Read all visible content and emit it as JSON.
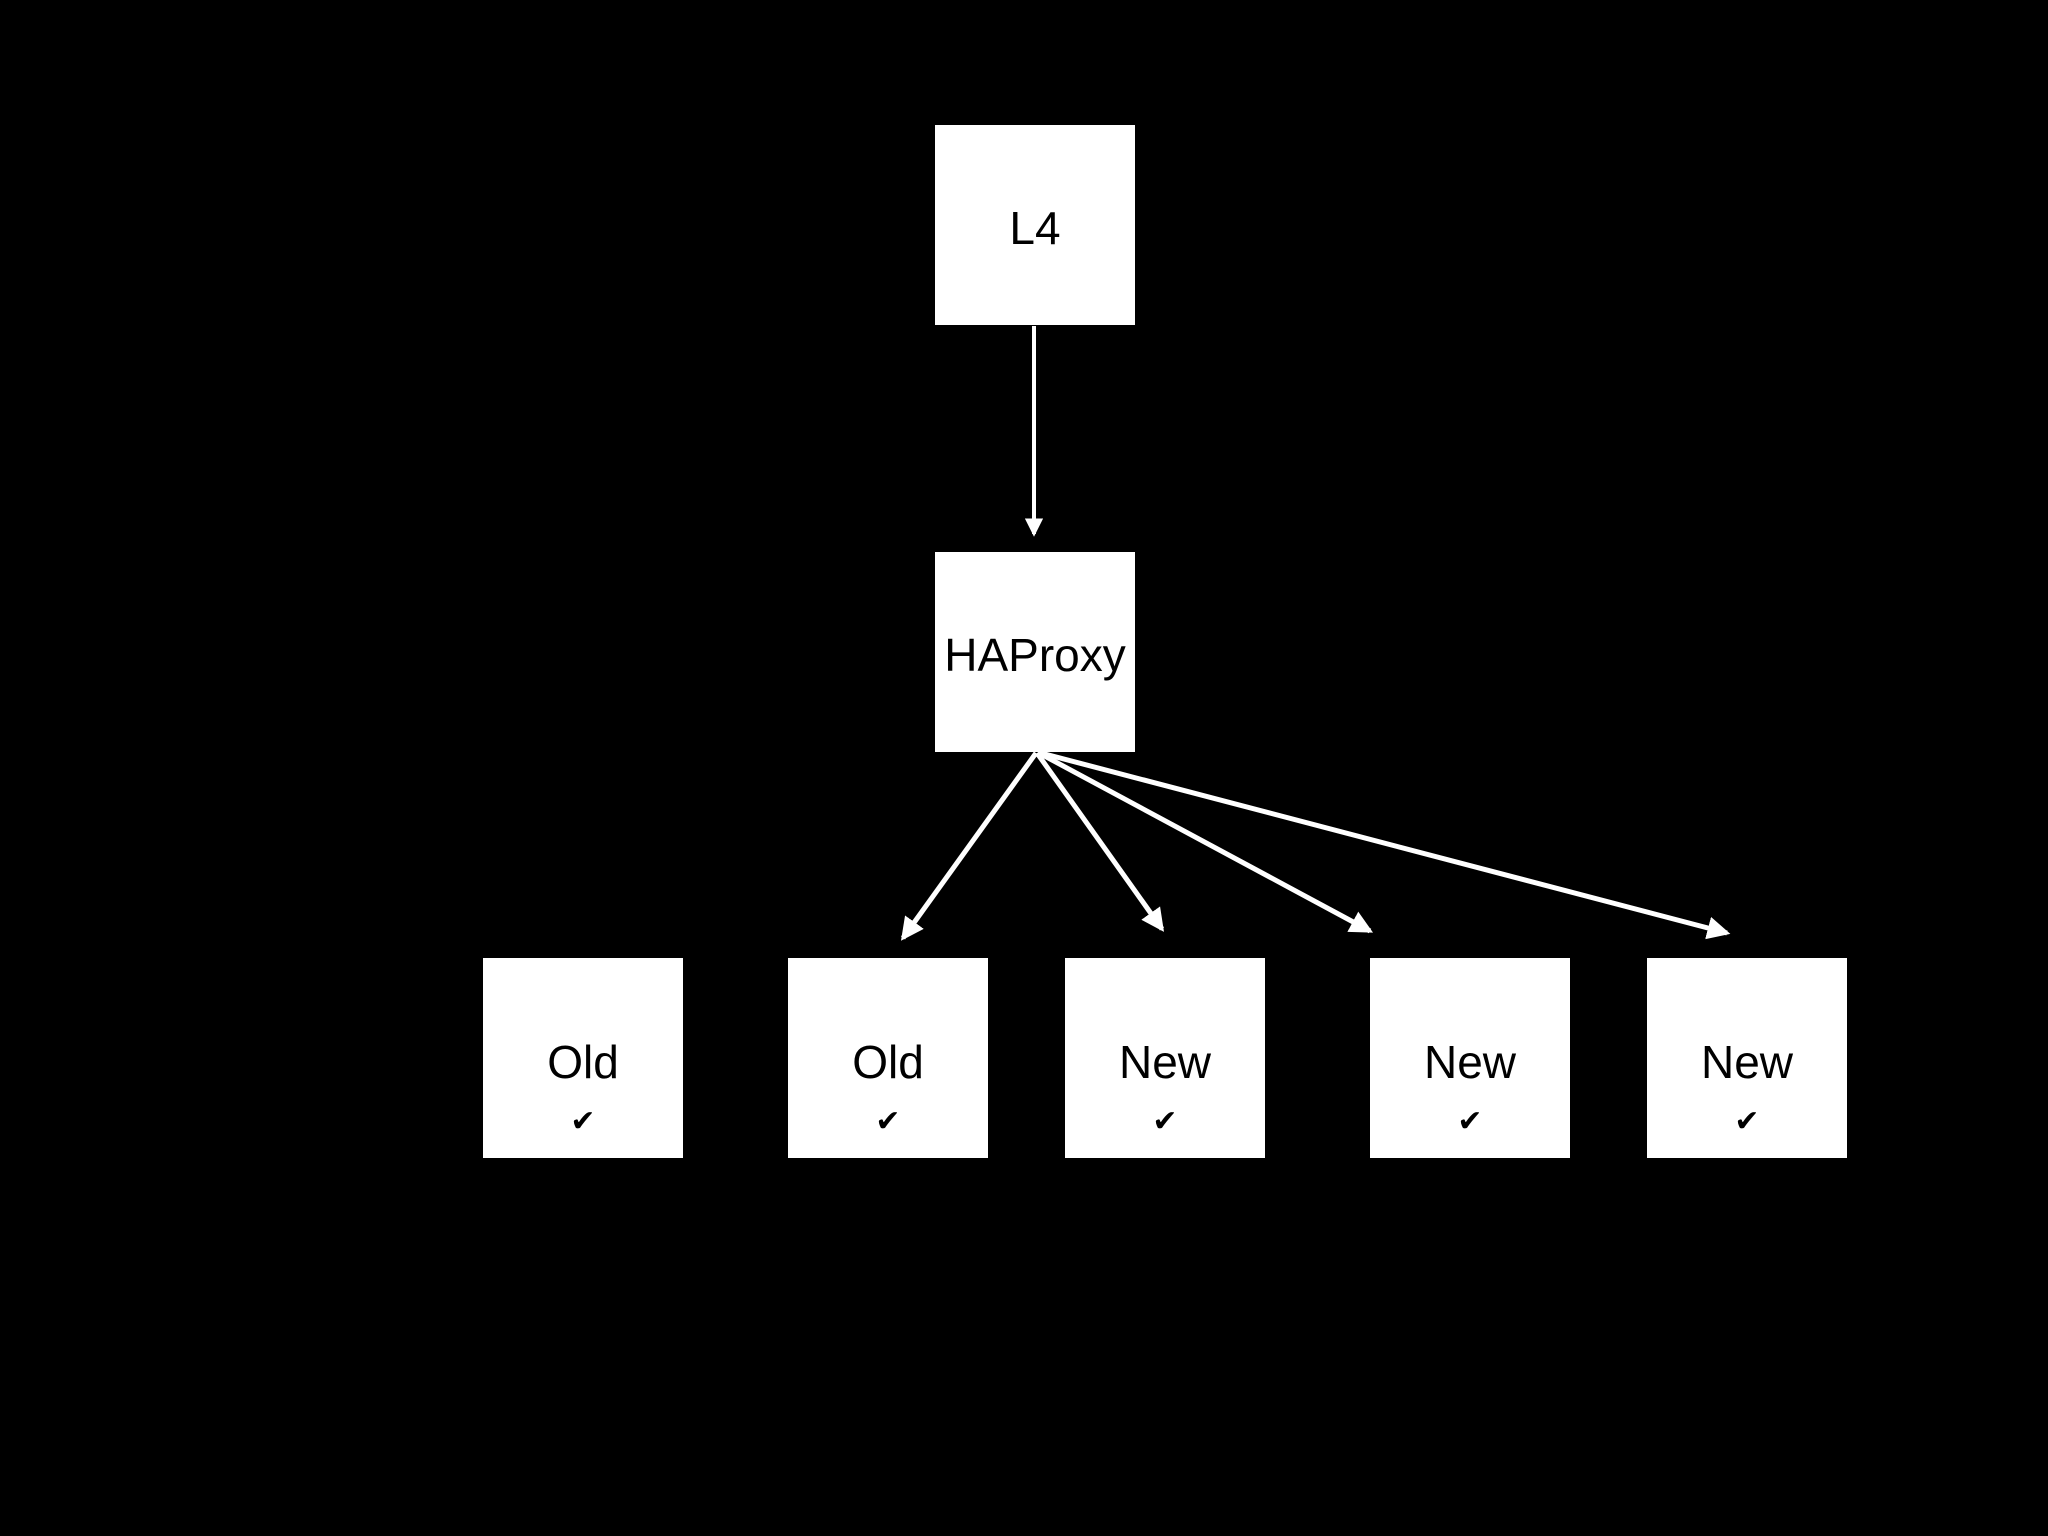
{
  "colors": {
    "background": "#000000",
    "node_fill": "#ffffff",
    "node_text": "#000000",
    "arrow": "#ffffff"
  },
  "nodes": {
    "l4": {
      "label": "L4"
    },
    "haproxy": {
      "label": "HAProxy"
    }
  },
  "servers": [
    {
      "label": "Old",
      "check_glyph": "✔",
      "incoming_arrow": false
    },
    {
      "label": "Old",
      "check_glyph": "✔",
      "incoming_arrow": true
    },
    {
      "label": "New",
      "check_glyph": "✔",
      "incoming_arrow": true
    },
    {
      "label": "New",
      "check_glyph": "✔",
      "incoming_arrow": true
    },
    {
      "label": "New",
      "check_glyph": "✔",
      "incoming_arrow": true
    }
  ],
  "edges": [
    {
      "from": "L4",
      "to": "HAProxy"
    },
    {
      "from": "HAProxy",
      "to": "server-2-old"
    },
    {
      "from": "HAProxy",
      "to": "server-3-new"
    },
    {
      "from": "HAProxy",
      "to": "server-4-new"
    },
    {
      "from": "HAProxy",
      "to": "server-5-new"
    }
  ]
}
